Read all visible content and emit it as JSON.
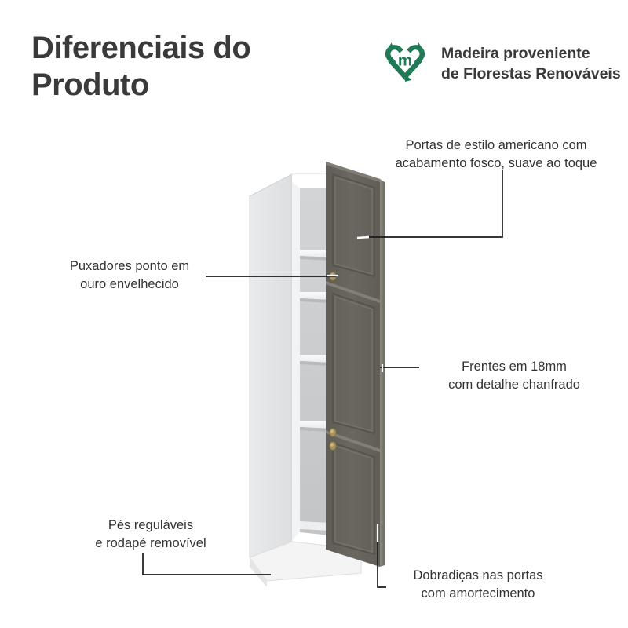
{
  "header": {
    "title": "Diferenciais do\nProduto",
    "eco_badge": {
      "icon_name": "recycle-heart-icon",
      "letter": "m",
      "text": "Madeira proveniente\nde Florestas Renováveis",
      "color": "#1f7a55"
    }
  },
  "callouts": [
    {
      "id": "doors",
      "text": "Portas de estilo americano com\nacabamento fosco, suave ao toque",
      "align": "center"
    },
    {
      "id": "handles",
      "text": "Puxadores ponto em\nouro envelhecido",
      "align": "center"
    },
    {
      "id": "fronts",
      "text": "Frentes em 18mm\ncom detalhe chanfrado",
      "align": "center"
    },
    {
      "id": "feet",
      "text": "Pés reguláveis\ne rodapé removível",
      "align": "center"
    },
    {
      "id": "hinges",
      "text": "Dobradiças nas portas\ncom amortecimento",
      "align": "center"
    }
  ],
  "product": {
    "name": "armario-despenseiro-3-portas",
    "description": "Armário despenseiro alto com três portas cinza entreabertas, corpo branco com prateleiras internas e rodapé removível",
    "colors": {
      "door_front": "#66625a",
      "door_front_shadow": "#4f4c46",
      "door_edge": "#7d7a72",
      "body_white": "#ffffff",
      "body_side": "#e3e4e6",
      "body_side_dark": "#d4d6d8",
      "interior_back": "#c9cbcd",
      "shelf_top": "#f4f5f6",
      "shelf_shadow": "#b9bbbd",
      "plinth": "#f2f2f3",
      "knob_gold": "#a8925f",
      "leader_line": "#1a1a1a",
      "pointer_tick": "#ffffff"
    }
  }
}
